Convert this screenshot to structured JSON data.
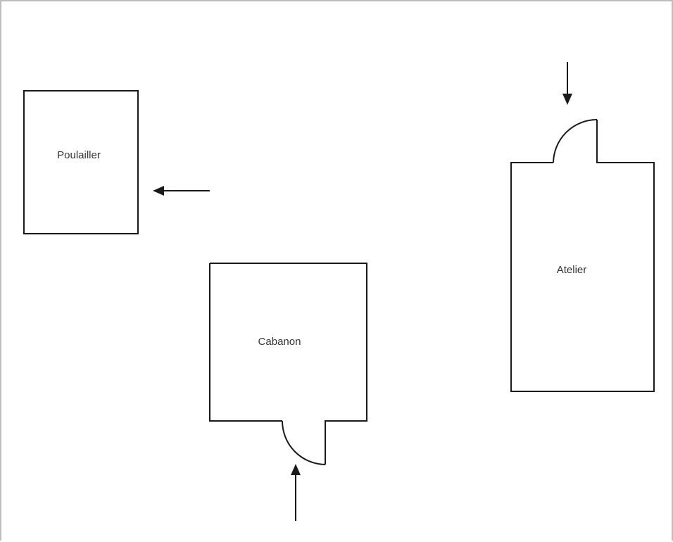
{
  "buildings": {
    "poulailler": {
      "label": "Poulailler"
    },
    "cabanon": {
      "label": "Cabanon"
    },
    "atelier": {
      "label": "Atelier"
    }
  }
}
